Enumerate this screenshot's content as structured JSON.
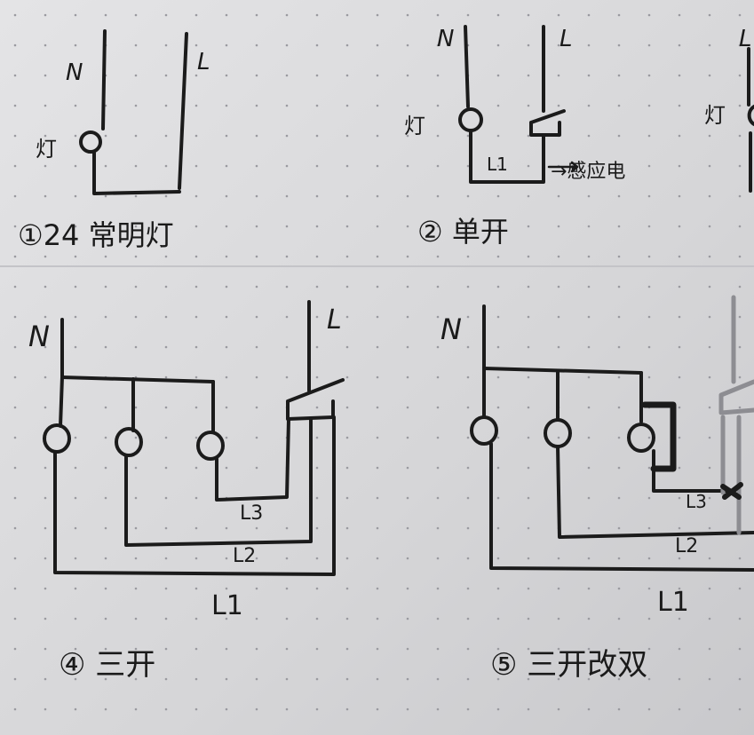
{
  "colors": {
    "paper": "#dcdcde",
    "ink": "#1b1b1b",
    "dots": "#9a9aa0"
  },
  "diagrams": [
    {
      "id": "d1",
      "caption": "①24 常明灯",
      "labels": {
        "n": "N",
        "l": "L",
        "lamp": "灯"
      }
    },
    {
      "id": "d2",
      "caption": "② 单开",
      "labels": {
        "n": "N",
        "l": "L",
        "lamp": "灯",
        "line": "L1",
        "note": "→感应电"
      }
    },
    {
      "id": "d3",
      "caption": "",
      "labels": {
        "l": "L",
        "lamp": "灯"
      }
    },
    {
      "id": "d4",
      "caption": "④ 三开",
      "labels": {
        "n": "N",
        "l": "L",
        "l1": "L1",
        "l2": "L2",
        "l3": "L3"
      }
    },
    {
      "id": "d5",
      "caption": "⑤ 三开改双",
      "labels": {
        "n": "N",
        "l1": "L1",
        "l2": "L2",
        "l3": "L3"
      }
    }
  ]
}
